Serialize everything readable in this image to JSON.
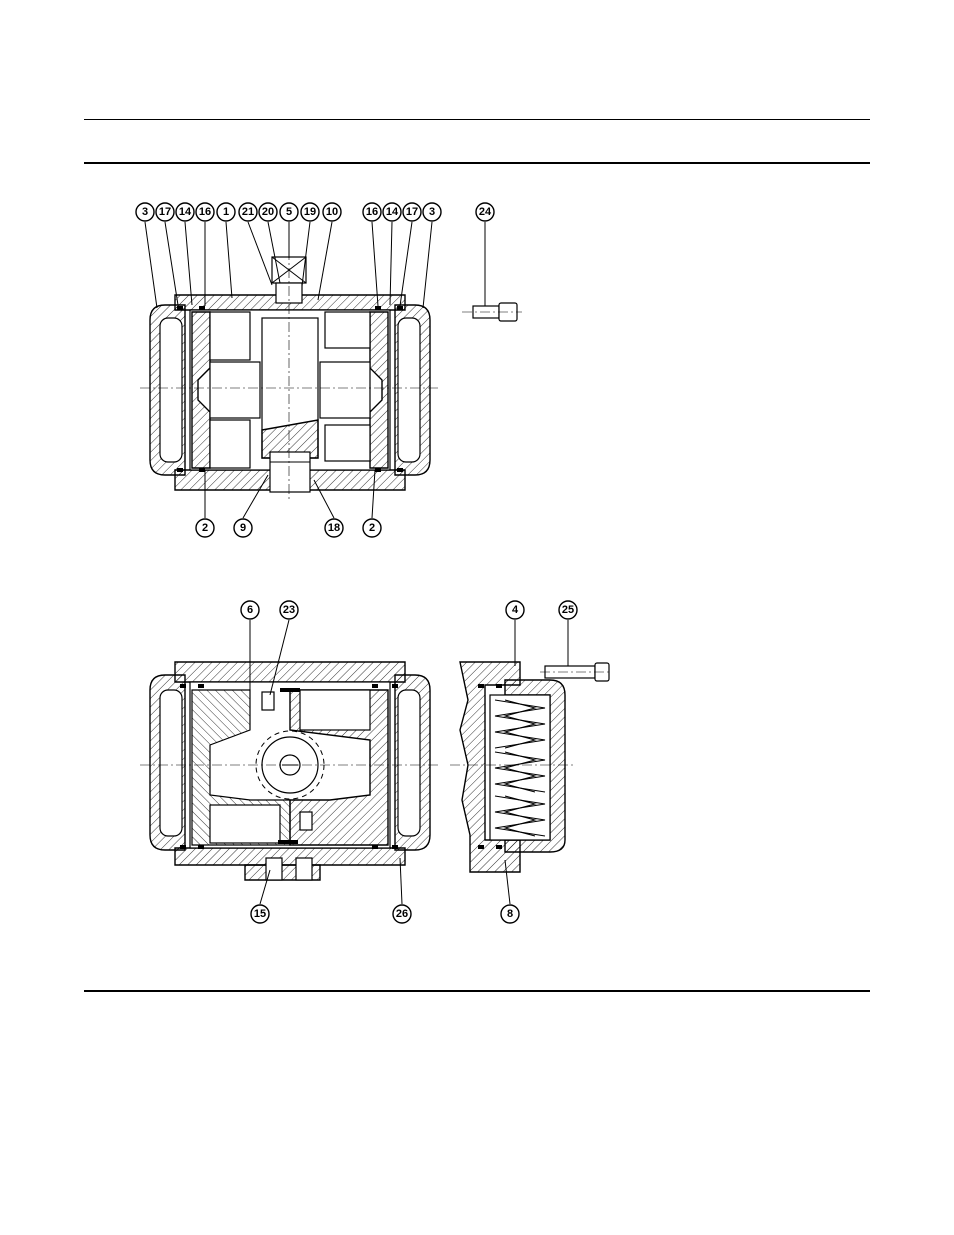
{
  "top_view": {
    "callouts_top": [
      "3",
      "17",
      "14",
      "16",
      "1",
      "21",
      "20",
      "5",
      "19",
      "10",
      "16",
      "14",
      "17",
      "3"
    ],
    "callouts_bottom": [
      "2",
      "9",
      "18",
      "2"
    ],
    "screw_callout": "24"
  },
  "bottom_view": {
    "callouts_top": [
      "6",
      "23"
    ],
    "callouts_bottom": [
      "15",
      "26"
    ]
  },
  "end_cap_view": {
    "callouts_top": [
      "4",
      "25"
    ],
    "callouts_bottom": [
      "8"
    ]
  }
}
